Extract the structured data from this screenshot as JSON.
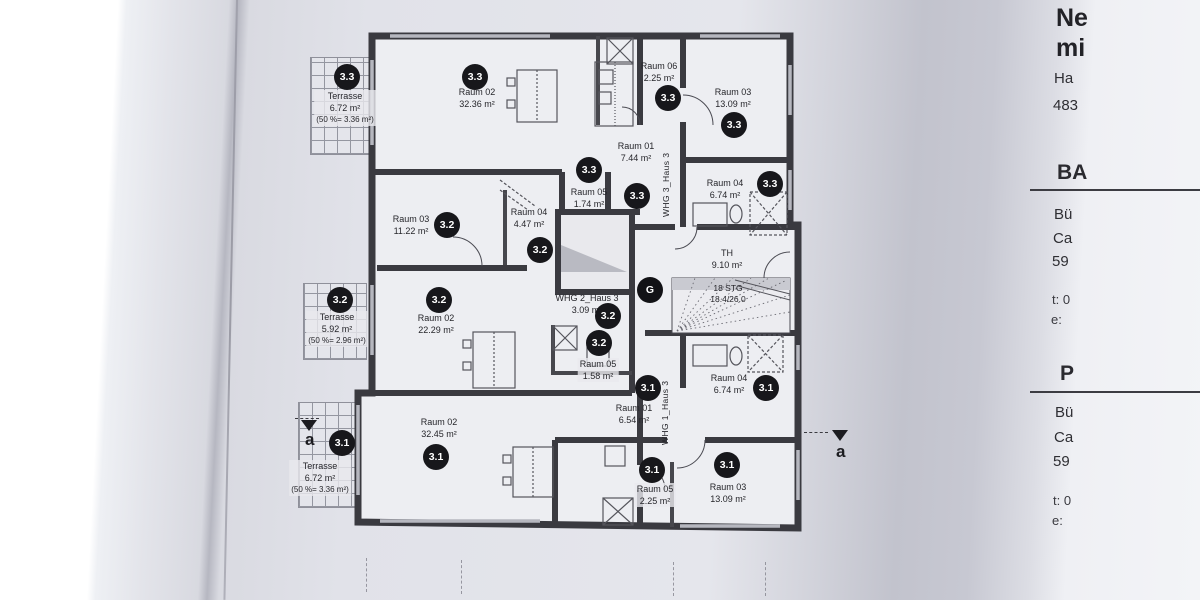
{
  "photo": {
    "description": "Photograph of a printed architectural floor plan sheet, Obergeschoss Haus 3"
  },
  "colors": {
    "paper": "#e3e4ea",
    "plan_paper": "#edeef2",
    "wall": "#3a3a40",
    "badge": "#17171b",
    "shadow_band": "#c2c3cd",
    "grid_line": "#9496a0"
  },
  "plan": {
    "badges": {
      "apt3": "3.3",
      "apt2": "3.2",
      "apt1": "3.1",
      "ground": "G"
    },
    "terraces": [
      {
        "name": "Terrasse",
        "area": "6.72 m²",
        "note": "(50 %= 3.36 m²)"
      },
      {
        "name": "Terrasse",
        "area": "5.92 m²",
        "note": "(50 %= 2.96 m²)"
      },
      {
        "name": "Terrasse",
        "area": "6.72 m²",
        "note": "(50 %= 3.36 m²)"
      }
    ],
    "rooms": [
      {
        "name": "Raum 02",
        "area": "32.36 m²"
      },
      {
        "name": "Raum 06",
        "area": "2.25 m²"
      },
      {
        "name": "Raum 03",
        "area": "13.09 m²"
      },
      {
        "name": "Raum 01",
        "area": "7.44 m²"
      },
      {
        "name": "Raum 05",
        "area": "1.74 m²"
      },
      {
        "name": "Raum 04",
        "area": "6.74 m²"
      },
      {
        "name": "Raum 03",
        "area": "11.22 m²"
      },
      {
        "name": "Raum 04",
        "area": "4.47 m²"
      },
      {
        "name": "Raum 02",
        "area": "22.29 m²"
      },
      {
        "name": "TH",
        "area": "9.10 m²"
      },
      {
        "name": "Raum 05",
        "area": "1.58 m²"
      },
      {
        "name": "Raum 01",
        "area": "6.54 m²"
      },
      {
        "name": "Raum 04",
        "area": "6.74 m²"
      },
      {
        "name": "Raum 02",
        "area": "32.45 m²"
      },
      {
        "name": "Raum 05",
        "area": "2.25 m²"
      },
      {
        "name": "Raum 03",
        "area": "13.09 m²"
      }
    ],
    "units": [
      {
        "label": "WHG 3_Haus 3"
      },
      {
        "label": "WHG 2_Haus 3",
        "area": "3.09 m²"
      },
      {
        "label": "WHG 1_Haus 3"
      }
    ],
    "stairs": {
      "steps": "18 STG",
      "riser": "18.4/26.0"
    },
    "section": {
      "label": "a"
    }
  },
  "title_block": {
    "heading_line1": "Ne",
    "heading_line2": "mi",
    "address_line1": "Ha",
    "address_line2": "483",
    "section1_heading": "BA",
    "section1_line1": "Bü",
    "section1_line2": "Ca",
    "section1_line3": "59",
    "section1_tel": "t: 0",
    "section1_mail": "e:",
    "section2_heading": "P",
    "section2_line1": "Bü",
    "section2_line2": "Ca",
    "section2_line3": "59",
    "section2_tel": "t: 0",
    "section2_mail": "e:"
  }
}
